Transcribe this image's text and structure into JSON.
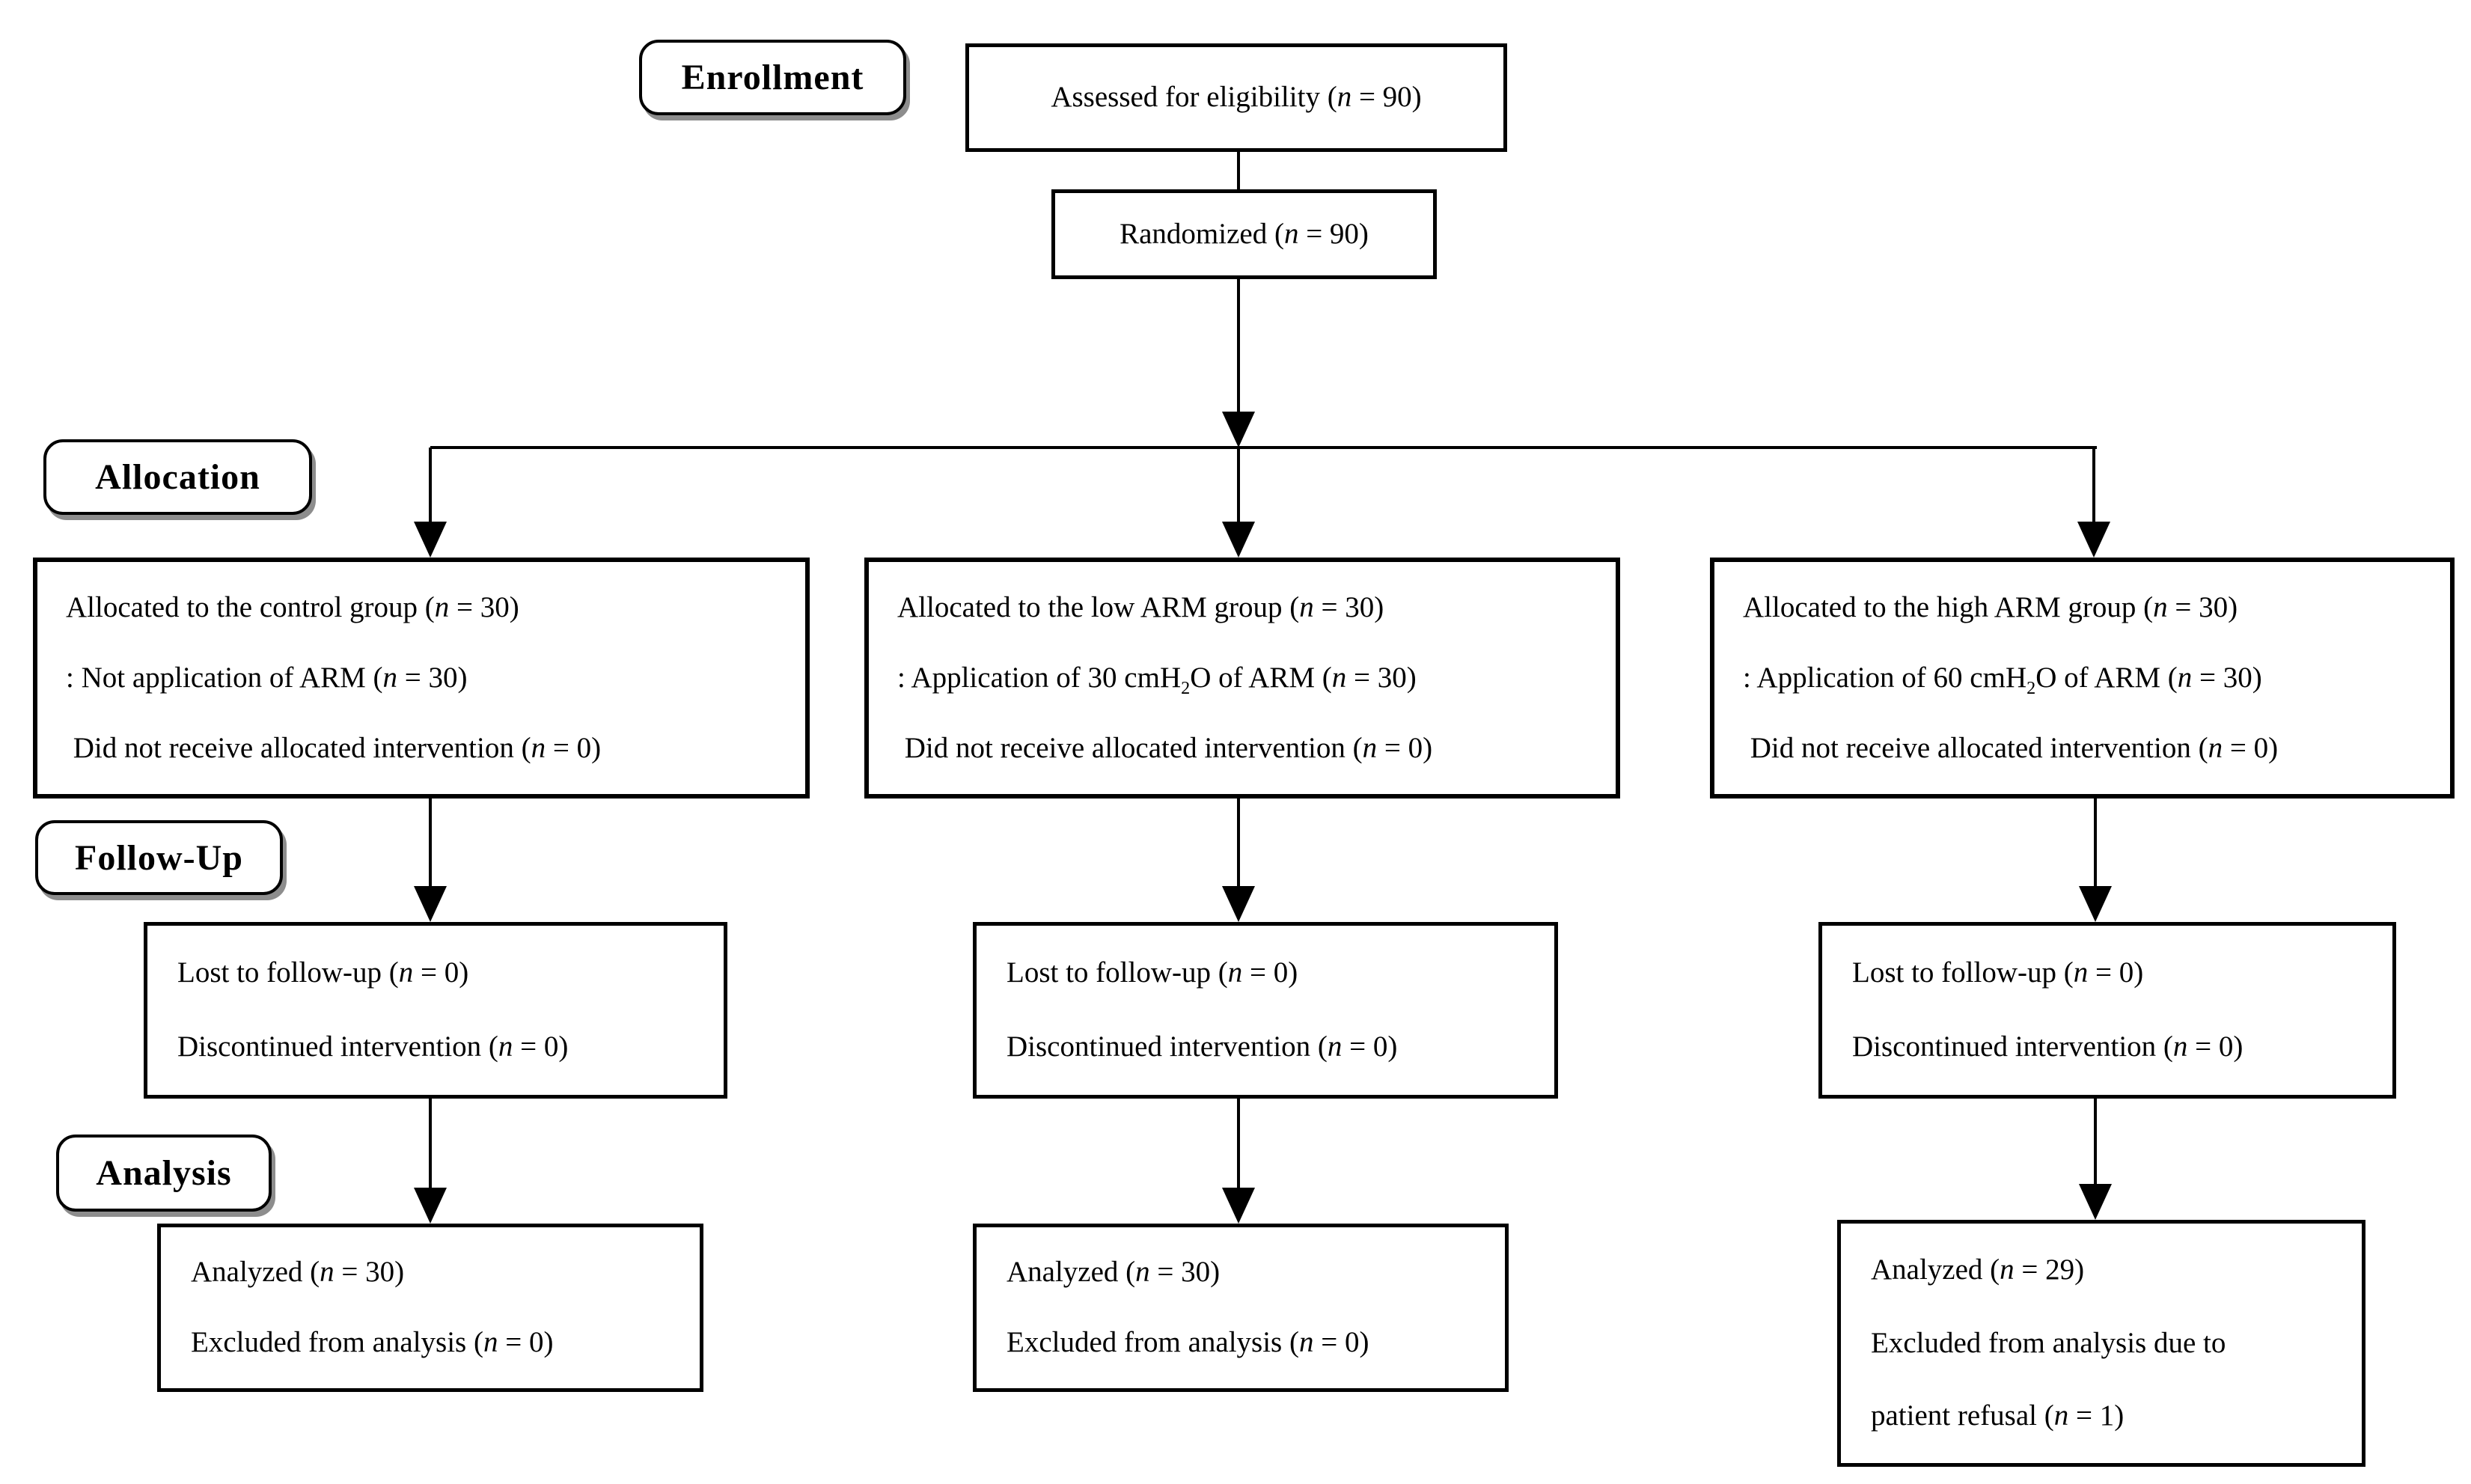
{
  "stage_labels": {
    "enrollment": "Enrollment",
    "allocation": "Allocation",
    "followup": "Follow-Up",
    "analysis": "Analysis"
  },
  "enrollment": {
    "assessed": "Assessed for eligibility (n = 90)",
    "randomized": "Randomized (n = 90)"
  },
  "columns": [
    {
      "name": "control-group",
      "allocation": [
        "Allocated to the control group (n = 30)",
        ": Not application of ARM (n = 30)",
        " Did not receive allocated intervention (n = 0)"
      ],
      "followup": [
        "Lost to follow-up (n = 0)",
        "Discontinued intervention (n = 0)"
      ],
      "analysis": [
        "Analyzed (n = 30)",
        "Excluded from analysis (n = 0)"
      ]
    },
    {
      "name": "low-arm-group",
      "allocation": [
        "Allocated to the low ARM group (n = 30)",
        ": Application of 30 cmH2O of ARM (n = 30)",
        " Did not receive allocated intervention (n = 0)"
      ],
      "followup": [
        "Lost to follow-up (n = 0)",
        "Discontinued intervention (n = 0)"
      ],
      "analysis": [
        "Analyzed (n = 30)",
        "Excluded from analysis (n = 0)"
      ]
    },
    {
      "name": "high-arm-group",
      "allocation": [
        "Allocated to the high ARM group (n = 30)",
        ": Application of 60 cmH2O of ARM (n = 30)",
        " Did not receive allocated intervention (n = 0)"
      ],
      "followup": [
        "Lost to follow-up (n = 0)",
        "Discontinued intervention (n = 0)"
      ],
      "analysis": [
        "Analyzed (n = 29)",
        "Excluded from analysis due to",
        "patient refusal (n = 1)"
      ]
    }
  ],
  "colors": {
    "line": "#000000",
    "box_border": "#000000",
    "label_shadow": "#8d8d8d",
    "background": "#ffffff"
  }
}
